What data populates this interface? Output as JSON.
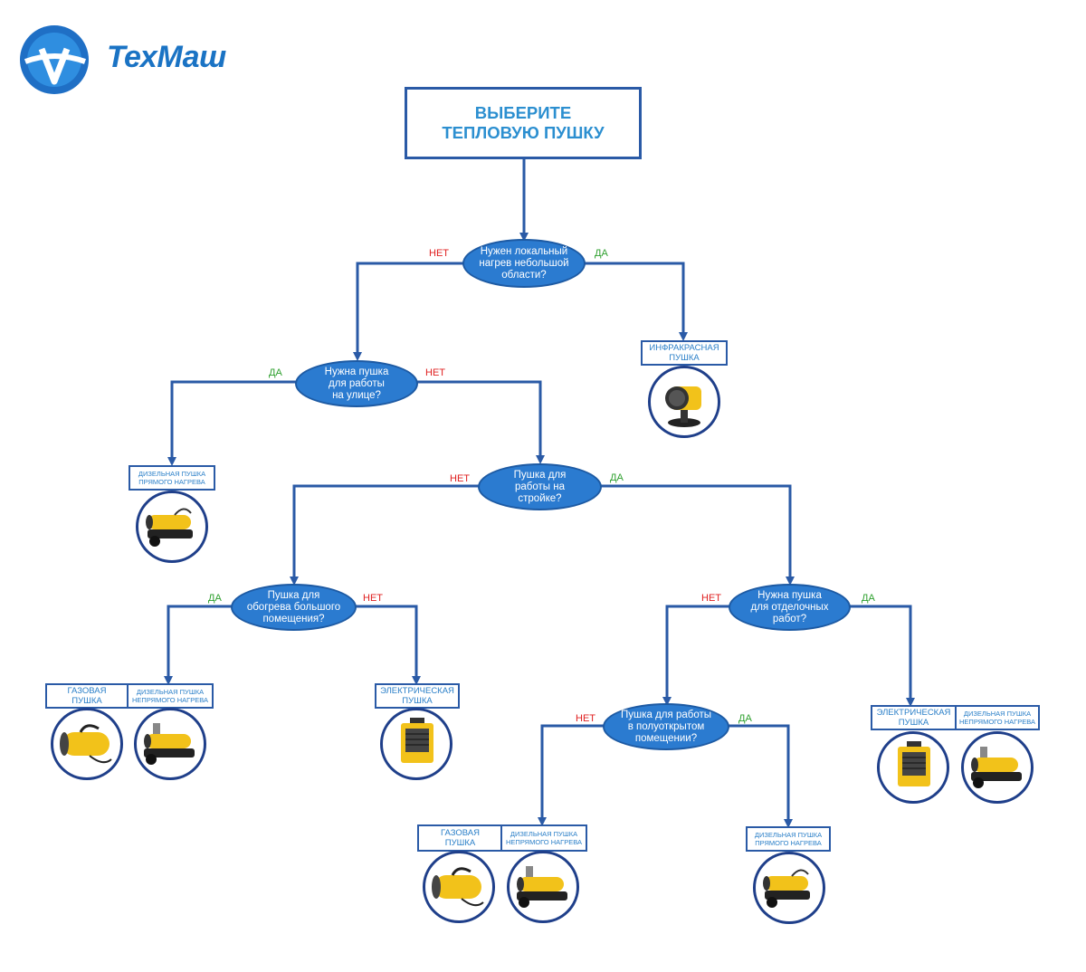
{
  "logo": {
    "text": "ТехМаш"
  },
  "title": {
    "line1": "ВЫБЕРИТЕ",
    "line2": "ТЕПЛОВУЮ ПУШКУ"
  },
  "labels": {
    "yes": "ДА",
    "no": "НЕТ"
  },
  "questions": {
    "q1": [
      "Нужен локальный",
      "нагрев небольшой",
      "области?"
    ],
    "q2": [
      "Нужна пушка",
      "для работы",
      "на улице?"
    ],
    "q3": [
      "Пушка для",
      "работы на",
      "стройке?"
    ],
    "q4": [
      "Пушка для",
      "обогрева большого",
      "помещения?"
    ],
    "q5": [
      "Нужна пушка",
      "для отделочных",
      "работ?"
    ],
    "q6": [
      "Пушка для работы",
      "в полуоткрытом",
      "помещении?"
    ]
  },
  "results": {
    "infrared": [
      "ИНФРАКРАСНАЯ",
      "ПУШКА"
    ],
    "diesel_direct": [
      "ДИЗЕЛЬНАЯ ПУШКА",
      "ПРЯМОГО НАГРЕВА"
    ],
    "gas": [
      "ГАЗОВАЯ",
      "ПУШКА"
    ],
    "diesel_indirect": [
      "ДИЗЕЛЬНАЯ ПУШКА",
      "НЕПРЯМОГО НАГРЕВА"
    ],
    "electric": [
      "ЭЛЕКТРИЧЕСКАЯ",
      "ПУШКА"
    ]
  },
  "colors": {
    "line": "#2a5aa6",
    "node": "#2b7bd0",
    "yes": "#2ea02e",
    "no": "#e02020",
    "heater": "#f2c21a"
  }
}
